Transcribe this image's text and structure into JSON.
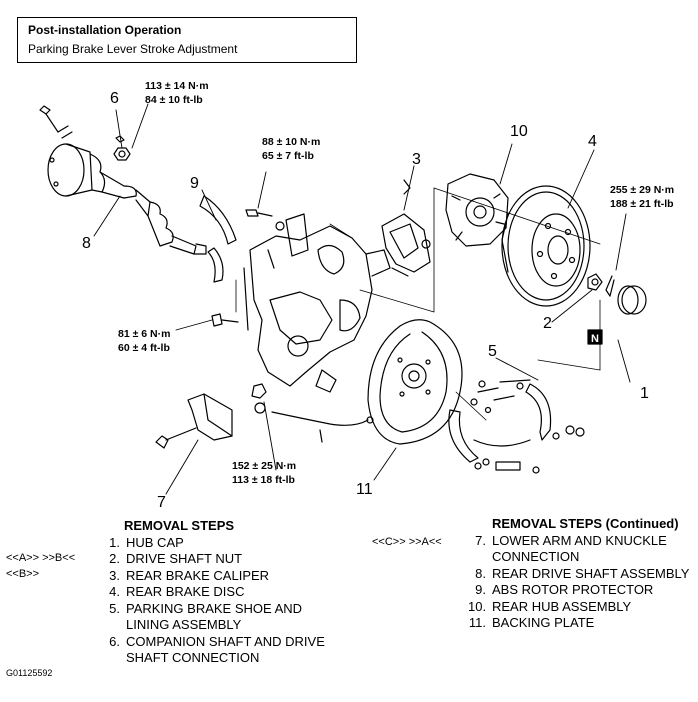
{
  "header": {
    "title": "Post-installation Operation",
    "subtitle": "Parking Brake Lever Stroke Adjustment"
  },
  "callouts": [
    "1",
    "2",
    "3",
    "4",
    "5",
    "6",
    "7",
    "8",
    "9",
    "10",
    "11"
  ],
  "torque": {
    "t1": {
      "nm": "113 ± 14 N·m",
      "ftlb": "84 ± 10 ft-lb"
    },
    "t2": {
      "nm": "88 ± 10 N·m",
      "ftlb": "65 ± 7 ft-lb"
    },
    "t3": {
      "nm": "255 ± 29 N·m",
      "ftlb": "188 ± 21 ft-lb"
    },
    "t4": {
      "nm": "81 ± 6 N·m",
      "ftlb": "60 ± 4 ft-lb"
    },
    "t5": {
      "nm": "152 ± 25 N·m",
      "ftlb": "113 ± 18 ft-lb"
    }
  },
  "nut_marker": "N",
  "removal_left": {
    "heading": "REMOVAL STEPS",
    "steps": [
      {
        "num": "1.",
        "text": "HUB CAP",
        "tag": ""
      },
      {
        "num": "2.",
        "text": "DRIVE SHAFT NUT",
        "tag": "<<A>>    >>B<<"
      },
      {
        "num": "3.",
        "text": "REAR BRAKE CALIPER",
        "tag": "<<B>>"
      },
      {
        "num": "4.",
        "text": "REAR BRAKE DISC",
        "tag": ""
      },
      {
        "num": "5.",
        "text": "PARKING BRAKE SHOE AND",
        "tag": ""
      },
      {
        "num": "",
        "text": "LINING ASSEMBLY",
        "tag": ""
      },
      {
        "num": "6.",
        "text": "COMPANION SHAFT AND DRIVE",
        "tag": ""
      },
      {
        "num": "",
        "text": "SHAFT CONNECTION",
        "tag": ""
      }
    ]
  },
  "removal_right": {
    "heading": "REMOVAL STEPS (Continued)",
    "steps": [
      {
        "num": "7.",
        "text": "LOWER ARM AND KNUCKLE",
        "tag": "<<C>>    >>A<<"
      },
      {
        "num": "",
        "text": "CONNECTION",
        "tag": ""
      },
      {
        "num": "8.",
        "text": "REAR DRIVE SHAFT ASSEMBLY",
        "tag": ""
      },
      {
        "num": "9.",
        "text": "ABS ROTOR PROTECTOR",
        "tag": ""
      },
      {
        "num": "10.",
        "text": "REAR HUB ASSEMBLY",
        "tag": ""
      },
      {
        "num": "11.",
        "text": "BACKING PLATE",
        "tag": ""
      }
    ]
  },
  "figure_id": "G01125592"
}
